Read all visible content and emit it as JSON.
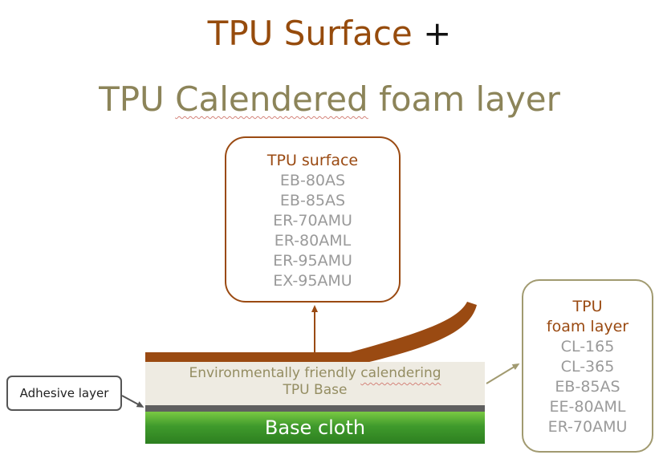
{
  "title": {
    "line1_part1": "TPU Surface",
    "line1_plus": "+",
    "line2_part1": "TPU",
    "line2_underlined": "Calendered",
    "line2_part2": "foam layer"
  },
  "surface_box": {
    "heading": "TPU surface",
    "items": [
      "EB-80AS",
      "EB-85AS",
      "ER-70AMU",
      "ER-80AML",
      "ER-95AMU",
      "EX-95AMU"
    ]
  },
  "foam_box": {
    "heading_line1": "TPU",
    "heading_line2": "foam layer",
    "items": [
      "CL-165",
      "CL-365",
      "EB-85AS",
      "EE-80AML",
      "ER-70AMU"
    ]
  },
  "adhesive_box": {
    "label": "Adhesive layer"
  },
  "layers": {
    "base_line1_a": "Environmentally friendly",
    "base_line1_b": "calendering",
    "base_line2": "TPU Base",
    "cloth": "Base cloth"
  },
  "colors": {
    "surface_brown": "#964b0c",
    "foam_olive": "#8c8459",
    "item_gray": "#9a9a9a",
    "cloth_green": "#3f9a2c"
  }
}
